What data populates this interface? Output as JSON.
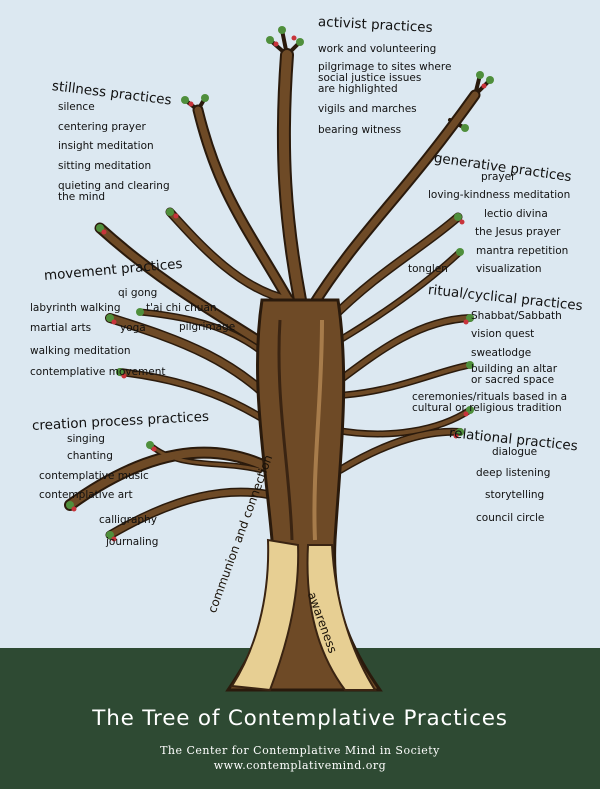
{
  "colors": {
    "sky": "#dce8f1",
    "ground": "#2e4a33",
    "bark": "#5c3d1f",
    "bark_dark": "#3a2412",
    "bark_light": "#a77c4b",
    "root_highlight": "#e7cf93",
    "leaf": "#4f8f3c",
    "blossom": "#c8343b"
  },
  "title": "The Tree of Contemplative Practices",
  "organization": "The Center for Contemplative Mind in Society",
  "website": "www.contemplativemind.org",
  "roots": {
    "left": "communion and connection",
    "right": "awareness"
  },
  "branches": {
    "activist": {
      "title": "activist practices",
      "items": [
        "work and volunteering",
        "pilgrimage to sites where\nsocial justice issues\nare highlighted",
        "vigils and marches",
        "bearing witness"
      ]
    },
    "stillness": {
      "title": "stillness practices",
      "items": [
        "silence",
        "centering prayer",
        "insight meditation",
        "sitting meditation",
        "quieting and clearing\nthe mind"
      ]
    },
    "generative": {
      "title": "generative practices",
      "items": [
        "prayer",
        "loving-kindness meditation",
        "lectio divina",
        "the Jesus prayer",
        "mantra repetition",
        "visualization"
      ]
    },
    "movement": {
      "title": "movement practices",
      "items": [
        "qi gong",
        "labyrinth walking",
        "t'ai chi chuan",
        "martial arts",
        "yoga",
        "pilgrimage",
        "walking meditation",
        "contemplative movement"
      ]
    },
    "ritual": {
      "title": "ritual/cyclical practices",
      "items": [
        "tonglen",
        "Shabbat/Sabbath",
        "vision quest",
        "sweatlodge",
        "building an altar\nor sacred space",
        "ceremonies/rituals based in a\ncultural or religious tradition"
      ]
    },
    "creation": {
      "title": "creation process practices",
      "items": [
        "singing",
        "chanting",
        "contemplative music",
        "contemplative art",
        "calligraphy",
        "journaling"
      ]
    },
    "relational": {
      "title": "relational practices",
      "items": [
        "dialogue",
        "deep listening",
        "storytelling",
        "council circle"
      ]
    }
  }
}
